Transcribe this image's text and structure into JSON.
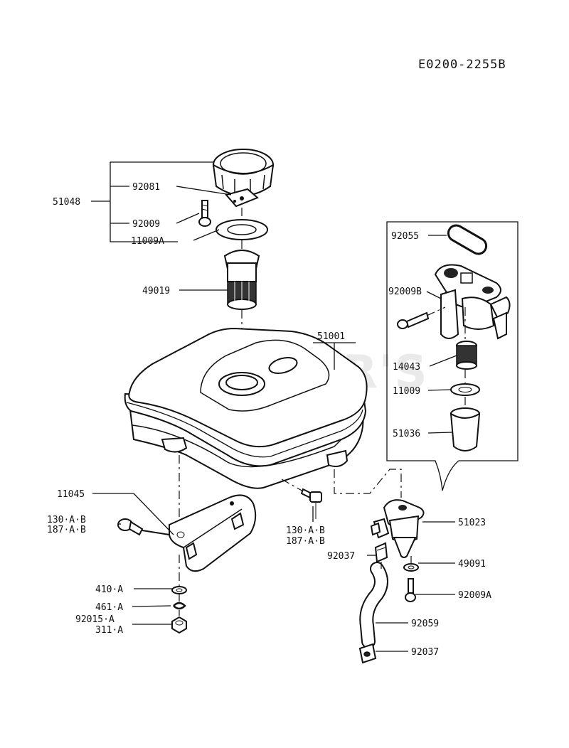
{
  "diagram_code": "E0200-2255B",
  "watermark": "CUTTER'S",
  "labels": {
    "p51048": "51048",
    "p92081": "92081",
    "p92009": "92009",
    "p11009A": "11009A",
    "p49019": "49019",
    "p51001": "51001",
    "p92055": "92055",
    "p92009B": "92009B",
    "p14043": "14043",
    "p11009": "11009",
    "p51036": "51036",
    "p11045": "11045",
    "p130AB_left": "130·A·B",
    "p187AB_left": "187·A·B",
    "p130AB_mid": "130·A·B",
    "p187AB_mid": "187·A·B",
    "p51023": "51023",
    "p92037_top": "92037",
    "p49091": "49091",
    "p92009A": "92009A",
    "p410A": "410·A",
    "p461A": "461·A",
    "p92015A": "92015·A",
    "p311A": "311·A",
    "p92059": "92059",
    "p92037_bottom": "92037"
  }
}
